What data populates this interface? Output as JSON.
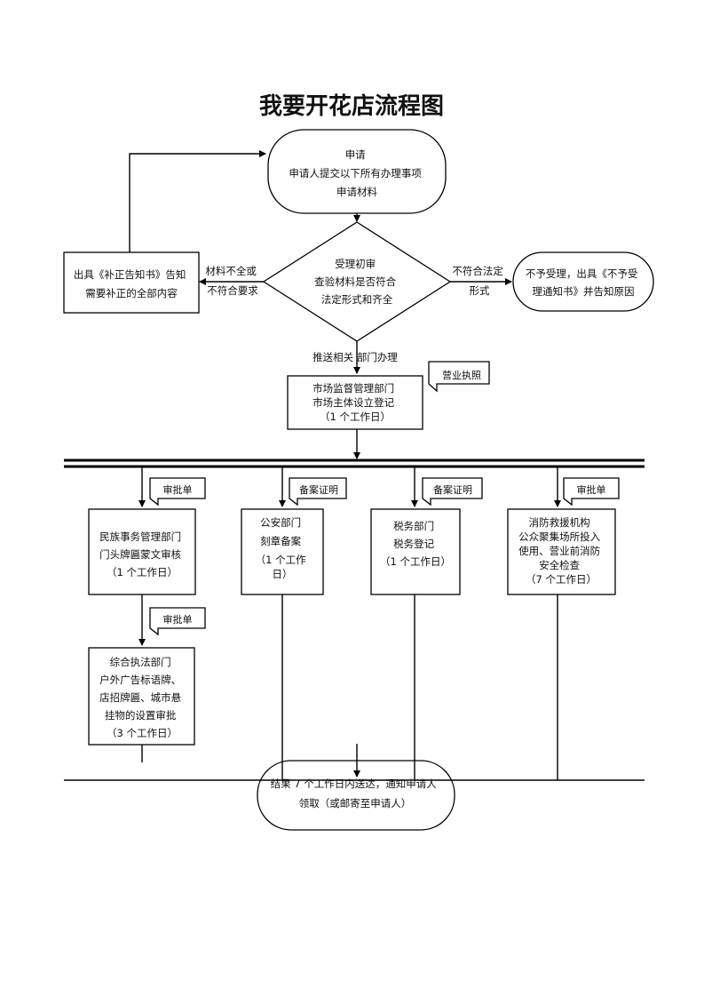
{
  "title": "我要开花店流程图",
  "start": {
    "lines": [
      "申请",
      "申请人提交以下所有办理事项",
      "申请材料"
    ]
  },
  "review": {
    "lines": [
      "受理初审",
      "查验材料是否符合",
      "法定形式和齐全"
    ]
  },
  "left_branch": {
    "label": [
      "材料不全或",
      "不符合要求"
    ],
    "box": [
      "出具《补正告知书》告知",
      "需要补正的全部内容"
    ]
  },
  "right_branch": {
    "label": [
      "不符合法定",
      "形式"
    ],
    "box": [
      "不予受理，出具《不予受",
      "理通知书》并告知原因"
    ]
  },
  "push_label": "推送相关  部门办理",
  "market": {
    "lines": [
      "市场监督管理部门",
      "市场主体设立登记",
      "（1 个工作日）"
    ],
    "doc": "营业执照"
  },
  "branches": [
    {
      "doc": "审批单",
      "lines": [
        "民族事务管理部门",
        "门头牌匾蒙文审核",
        "（1 个工作日）"
      ]
    },
    {
      "doc": "备案证明",
      "lines": [
        "公安部门",
        "刻章备案",
        "（1 个工作",
        "日）"
      ]
    },
    {
      "doc": "备案证明",
      "lines": [
        "税务部门",
        "税务登记",
        "（1 个工作日）"
      ]
    },
    {
      "doc": "审批单",
      "lines": [
        "消防救援机构",
        "公众聚集场所投入",
        "使用、营业前消防",
        "安全检查",
        "（7 个工作日）"
      ]
    }
  ],
  "sub": {
    "doc": "审批单",
    "lines": [
      "综合执法部门",
      "户外广告标语牌、",
      "店招牌匾、城市悬",
      "挂物的设置审批",
      "（3 个工作日）"
    ]
  },
  "end": {
    "lines": [
      "结果 7 个工作日内送达，通知申请人",
      "领取（或邮寄至申请人）"
    ]
  }
}
